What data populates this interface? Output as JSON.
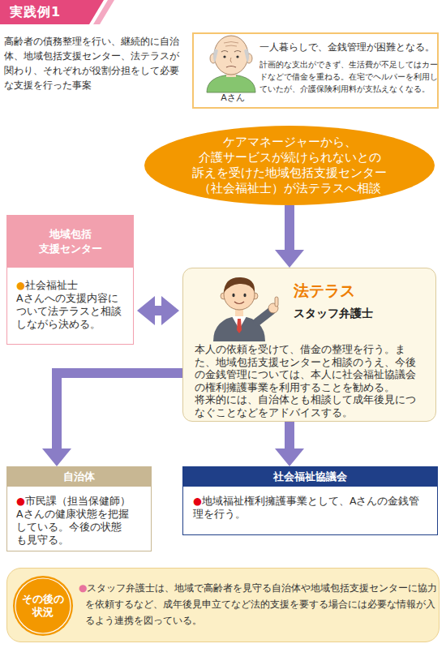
{
  "diagram": {
    "title": "実践例1",
    "nodes": [
      {
        "text": [
          "Aさん",
          "一人暮らしで、金銭管理が困難となる。",
          "計画的な支出ができず、生活費が不足してはカードなどで借金を重ねる。在宅でヘルパーを利用していたが、介護保険利用料が支払えなくなる。"
        ]
      },
      {
        "text": [
          "ケアマネージャーから、 介護サービスが続けられないとの 訴えを受けた地域包括支援センター （社会福祉士）が法テラスへ相談"
        ]
      },
      {
        "text": [
          "地域包括 支援センター",
          "●社会福祉士",
          "Aさんへの支援内容について法テラスと相談しながら決める。"
        ]
      },
      {
        "text": [
          "法テラス",
          "スタッフ弁護士",
          "本人の依頼を受けて、借金の整理を行う。また、地域包括支援センターと相談のうえ、今後の金銭管理については、本人に社会福祉協議会の権利擁護事業を利用することを勧める。",
          "将来的には、自治体とも相談して成年後見につなぐことなどをアドバイスする。"
        ]
      },
      {
        "text": [
          "自治体",
          "●市民課（担当保健師）",
          "Aさんの健康状態を把握している。今後の状態も見守る。"
        ]
      },
      {
        "text": [
          "社会福祉協議会",
          "●地域福祉権利擁護事業として、Aさんの金銭管理を行う。"
        ]
      },
      {
        "text": [
          "●スタッフ弁護士は、地域で高齢者を見守る自治体や地域包括支援センターに協力を依頼するなど、成年後見申立てなど法的支援を要する場合には必要な情報が入るよう連携を図っている。"
        ]
      },
      {
        "text": [
          "その後の 状況"
        ],
        "in": 6
      }
    ],
    "edges": [
      {
        "from": 1,
        "to": 3,
        "arrow": "to"
      },
      {
        "from": 2,
        "to": 3,
        "arrow": "both"
      },
      {
        "from": 3,
        "to": 4,
        "arrow": "to"
      },
      {
        "from": 3,
        "to": 5,
        "arrow": "to"
      }
    ],
    "labels": [
      "高齢者の債務整理を行い、継続的に自治体、地域包括支援センター、法テラスが関わり、それぞれが役割分担をして必要な支援を行った事案"
    ]
  }
}
